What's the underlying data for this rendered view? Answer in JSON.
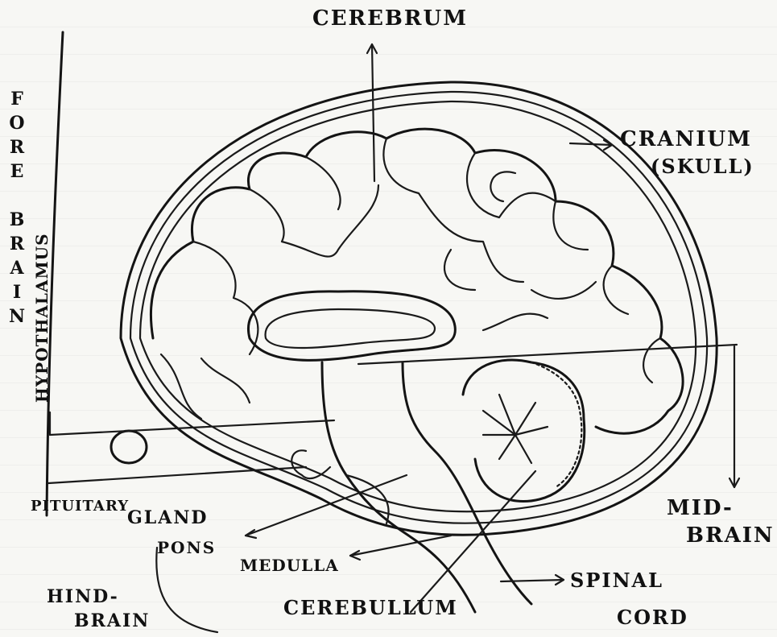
{
  "labels": {
    "cerebrum": "CEREBRUM",
    "cranium_line1": "CRANIUM",
    "cranium_line2": "(SKULL)",
    "fore_brain": "FORE BRAIN",
    "hypothalamus": "HYPOTHALAMUS",
    "mid_brain_line1": "MID-",
    "mid_brain_line2": "BRAIN",
    "pituitary_line1": "PITUITARY",
    "pituitary_line2": "GLAND",
    "pons": "PONS",
    "medulla": "MEDULLA",
    "hind_brain_line1": "HIND-",
    "hind_brain_line2": "BRAIN",
    "cerebellum": "CEREBULLUM",
    "spinal_line1": "SPINAL",
    "spinal_line2": "CORD"
  },
  "style": {
    "ink_color": "#141414",
    "paper_color": "#f7f7f4"
  }
}
